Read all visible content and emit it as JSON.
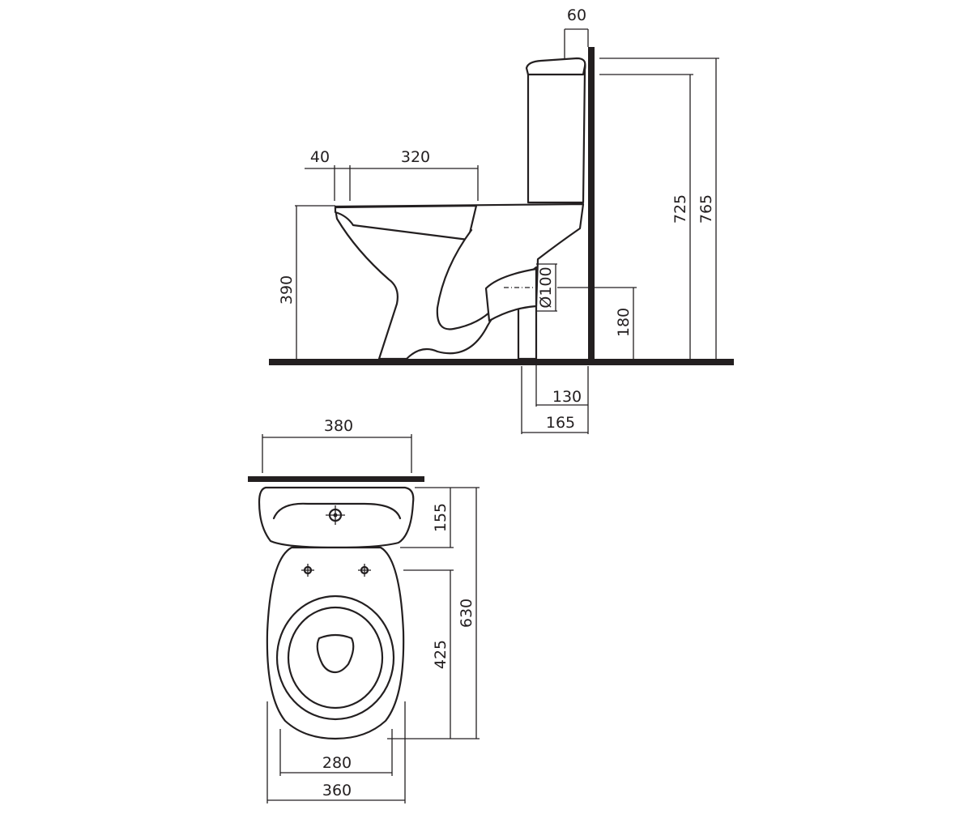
{
  "side_view": {
    "dim_tank_thickness": "60",
    "dim_seat_offset": "40",
    "dim_seat_length": "320",
    "dim_seat_height": "390",
    "dim_outlet_diameter": "Ø100",
    "dim_outlet_height": "180",
    "dim_tank_height": "725",
    "dim_total_height": "765",
    "dim_outlet_wall_distance": "130",
    "dim_base_wall_distance": "165"
  },
  "top_view": {
    "dim_tank_width": "380",
    "dim_tank_depth": "155",
    "dim_total_depth": "630",
    "dim_bowl_depth": "425",
    "dim_seat_width": "280",
    "dim_bowl_width": "360"
  }
}
